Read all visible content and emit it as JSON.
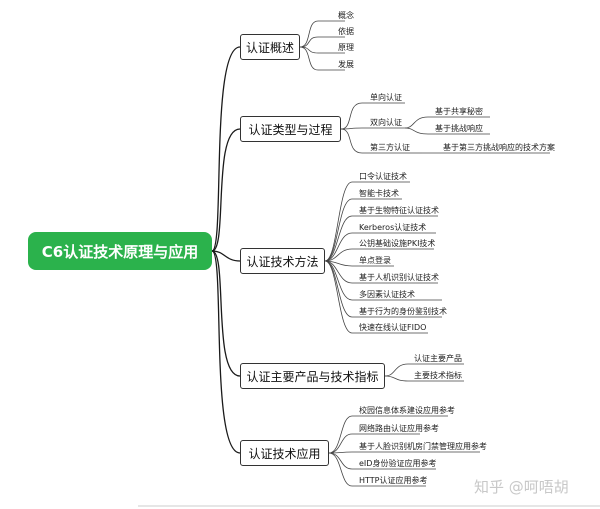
{
  "diagram": {
    "root": "C6认证技术原理与应用",
    "branches": [
      {
        "label": "认证概述",
        "children": [
          {
            "label": "概念"
          },
          {
            "label": "依据"
          },
          {
            "label": "原理"
          },
          {
            "label": "发展"
          }
        ]
      },
      {
        "label": "认证类型与过程",
        "children": [
          {
            "label": "单向认证"
          },
          {
            "label": "双向认证",
            "children": [
              {
                "label": "基于共享秘密"
              },
              {
                "label": "基于挑战响应"
              }
            ]
          },
          {
            "label": "第三方认证",
            "children": [
              {
                "label": "基于第三方挑战响应的技术方案"
              }
            ]
          }
        ]
      },
      {
        "label": "认证技术方法",
        "children": [
          {
            "label": "口令认证技术"
          },
          {
            "label": "智能卡技术"
          },
          {
            "label": "基于生物特征认证技术"
          },
          {
            "label": "Kerberos认证技术"
          },
          {
            "label": "公钥基础设施PKI技术"
          },
          {
            "label": "单点登录"
          },
          {
            "label": "基于人机识别认证技术"
          },
          {
            "label": "多因素认证技术"
          },
          {
            "label": "基于行为的身份鉴别技术"
          },
          {
            "label": "快速在线认证FIDO"
          }
        ]
      },
      {
        "label": "认证主要产品与技术指标",
        "children": [
          {
            "label": "认证主要产品"
          },
          {
            "label": "主要技术指标"
          }
        ]
      },
      {
        "label": "认证技术应用",
        "children": [
          {
            "label": "校园信息体系建设应用参考"
          },
          {
            "label": "网络路由认证应用参考"
          },
          {
            "label": "基于人脸识别机房门禁管理应用参考"
          },
          {
            "label": "eID身份验证应用参考"
          },
          {
            "label": "HTTP认证应用参考"
          }
        ]
      }
    ]
  },
  "watermark": "知乎 @呵唔胡"
}
